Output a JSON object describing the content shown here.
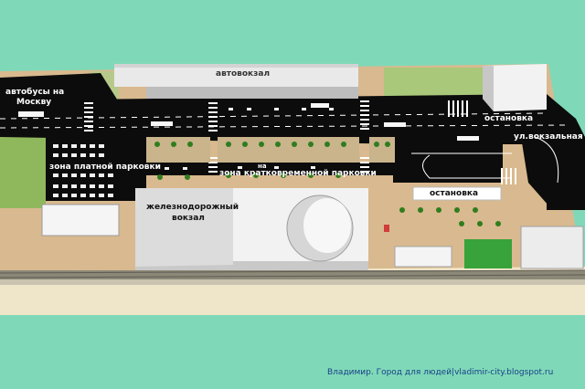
{
  "labels": {
    "bus_station": "автовокзал",
    "buses_moscow_1": "автобусы на",
    "buses_moscow_2": "Москву",
    "stop_top": "остановка",
    "street_1": "ул.",
    "street_2": "вокзальная",
    "paid_parking": "зона платной парковки",
    "short_parking_prefix": "на",
    "short_parking": "зона кратковременной парковки",
    "stop_lower": "остановка",
    "railway_1": "железнодорожный",
    "railway_2": "вокзал",
    "credit": "Владимир. Город для людей|vladimir-city.blogspot.ru"
  },
  "colors": {
    "background": "#7fd9b8",
    "ground": "#d8b88f",
    "road": "#0c0c0c",
    "grass": "#9fbf6a",
    "building": "#e4e4e4",
    "credit_text": "#1a3f8a"
  },
  "icons": {
    "trees": "tree-icon",
    "buses": "bus-icon",
    "cars": "car-icon"
  }
}
